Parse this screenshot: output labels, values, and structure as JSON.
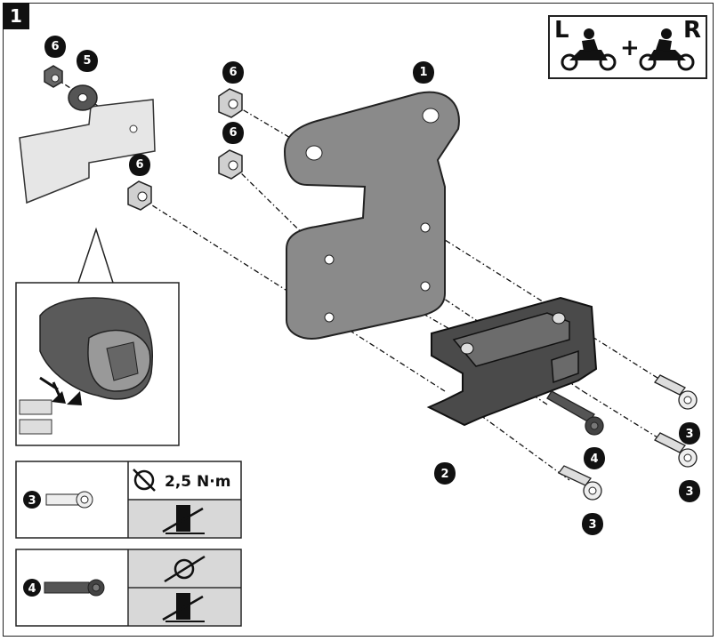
{
  "step": {
    "number": "1"
  },
  "side_indicator": {
    "left": "L",
    "right": "R",
    "plus": "+"
  },
  "callouts": {
    "c1": "1",
    "c2": "2",
    "c3a": "3",
    "c3b": "3",
    "c3c": "3",
    "c4": "4",
    "c5": "5",
    "c6a": "6",
    "c6b": "6",
    "c6c": "6",
    "c6d": "6"
  },
  "spec_table_1": {
    "part": "3",
    "torque": "2,5 N·m",
    "threadlock": "no-threadlocker-icon",
    "torque_icon": "torque-wrench-icon"
  },
  "spec_table_2": {
    "part": "4",
    "torque": "no-torque-icon",
    "threadlock": "no-threadlocker-icon"
  },
  "colors": {
    "part_fill": "#8a8a8a",
    "part_dark": "#4a4a4a",
    "line": "#111111",
    "light": "#d8d8d8"
  }
}
